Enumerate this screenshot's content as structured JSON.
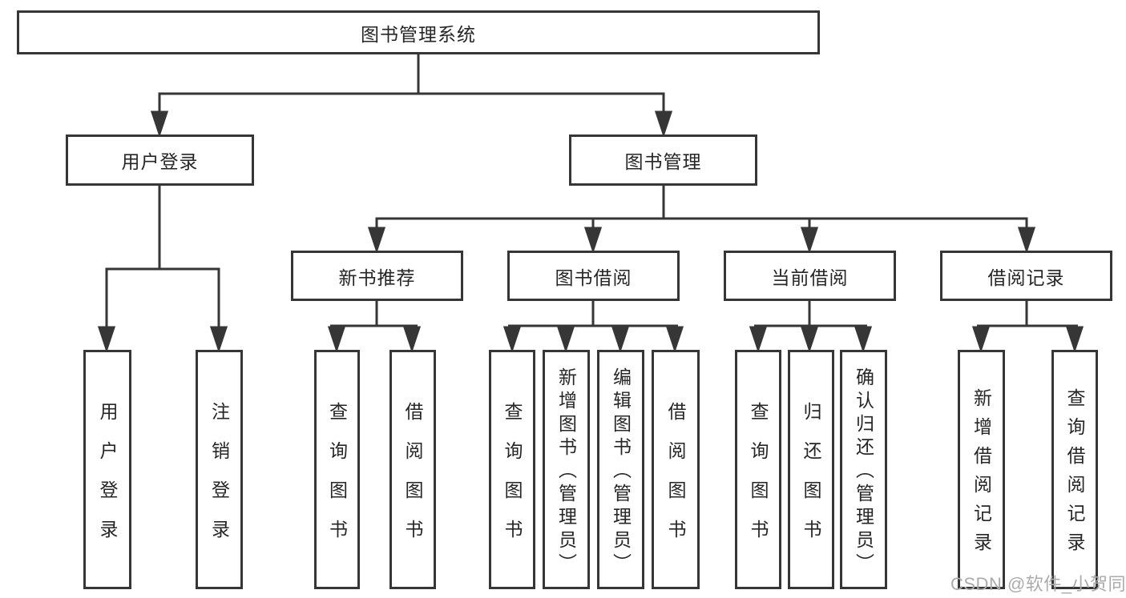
{
  "diagram": {
    "title": "图书管理系统",
    "root": {
      "label": "图书管理系统"
    },
    "level2": [
      {
        "label": "用户登录",
        "parent": "图书管理系统"
      },
      {
        "label": "图书管理",
        "parent": "图书管理系统"
      }
    ],
    "level3": [
      {
        "label": "新书推荐",
        "parent": "图书管理"
      },
      {
        "label": "图书借阅",
        "parent": "图书管理"
      },
      {
        "label": "当前借阅",
        "parent": "图书管理"
      },
      {
        "label": "借阅记录",
        "parent": "图书管理"
      }
    ],
    "leaves": [
      {
        "label": "用户登录",
        "parent": "用户登录"
      },
      {
        "label": "注销登录",
        "parent": "用户登录"
      },
      {
        "label": "查询图书",
        "parent": "新书推荐"
      },
      {
        "label": "借阅图书",
        "parent": "新书推荐"
      },
      {
        "label": "查询图书",
        "parent": "图书借阅"
      },
      {
        "label": "新增图书（管理员）",
        "parent": "图书借阅"
      },
      {
        "label": "编辑图书（管理员）",
        "parent": "图书借阅"
      },
      {
        "label": "借阅图书",
        "parent": "图书借阅"
      },
      {
        "label": "查询图书",
        "parent": "当前借阅"
      },
      {
        "label": "归还图书",
        "parent": "当前借阅"
      },
      {
        "label": "确认归还（管理员）",
        "parent": "当前借阅"
      },
      {
        "label": "新增借阅记录",
        "parent": "借阅记录"
      },
      {
        "label": "查询借阅记录",
        "parent": "借阅记录"
      }
    ]
  },
  "watermark": "CSDN @软件_小贺同学",
  "colors": {
    "line": "#363636",
    "text": "#262626",
    "background": "#ffffff",
    "watermark": "#ababab"
  }
}
